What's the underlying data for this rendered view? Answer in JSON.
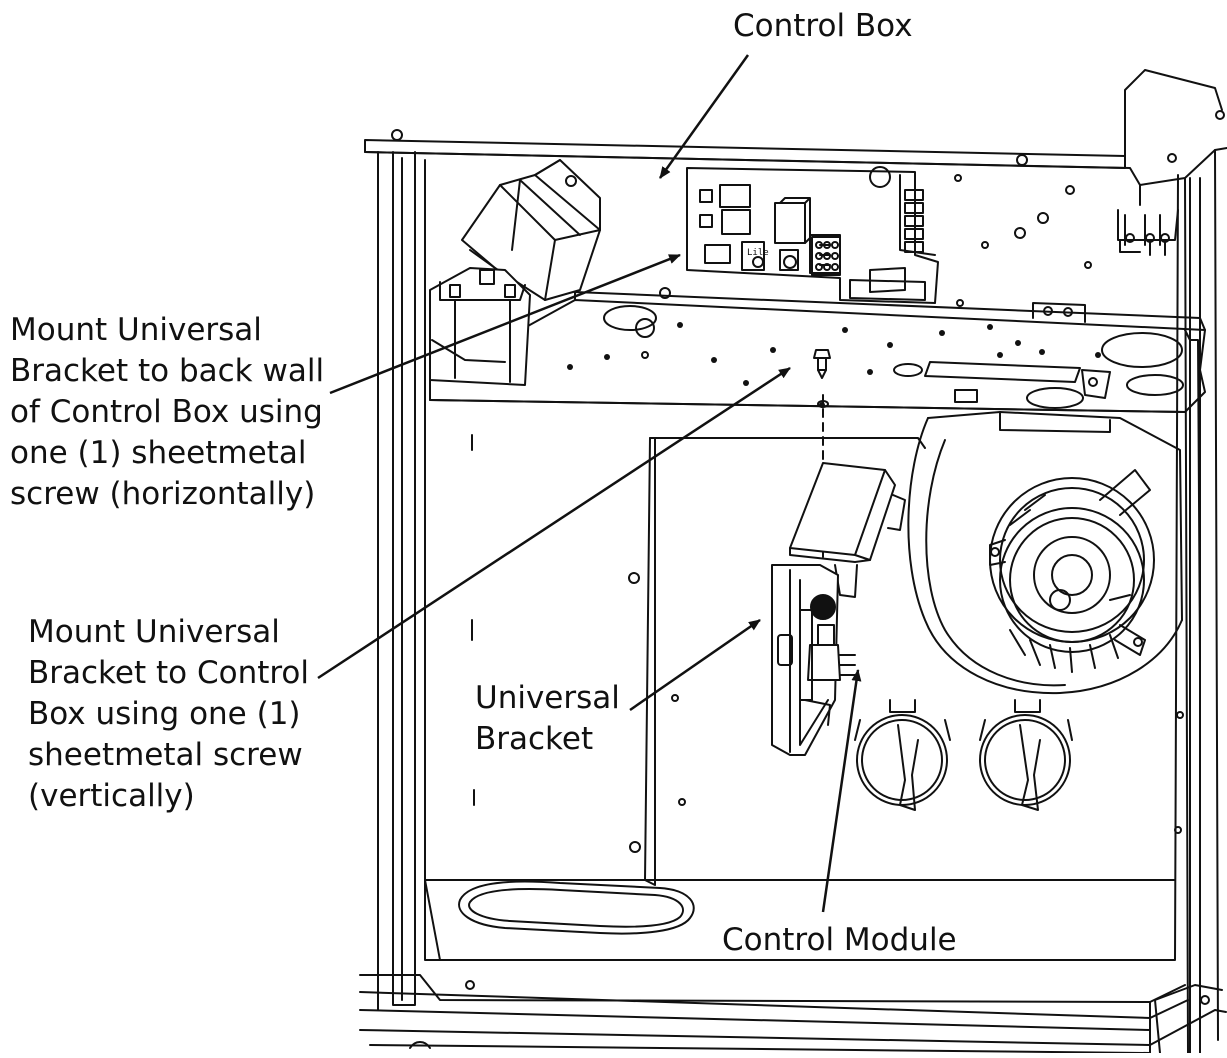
{
  "labels": {
    "control_box": [
      "Control Box"
    ],
    "mount_horizontal": [
      "Mount Universal",
      "Bracket to back wall",
      "of Control Box using",
      "one (1) sheetmetal",
      "screw (horizontally)"
    ],
    "mount_vertical": [
      "Mount Universal",
      "Bracket to Control",
      "Box using one (1)",
      "sheetmetal screw",
      "(vertically)"
    ],
    "universal_bracket": [
      "Universal",
      "Bracket"
    ],
    "control_module": [
      "Control Module"
    ]
  },
  "board_markings": {
    "terminal_1": "Lile"
  },
  "colors": {
    "line": "#111111",
    "background": "#ffffff"
  }
}
